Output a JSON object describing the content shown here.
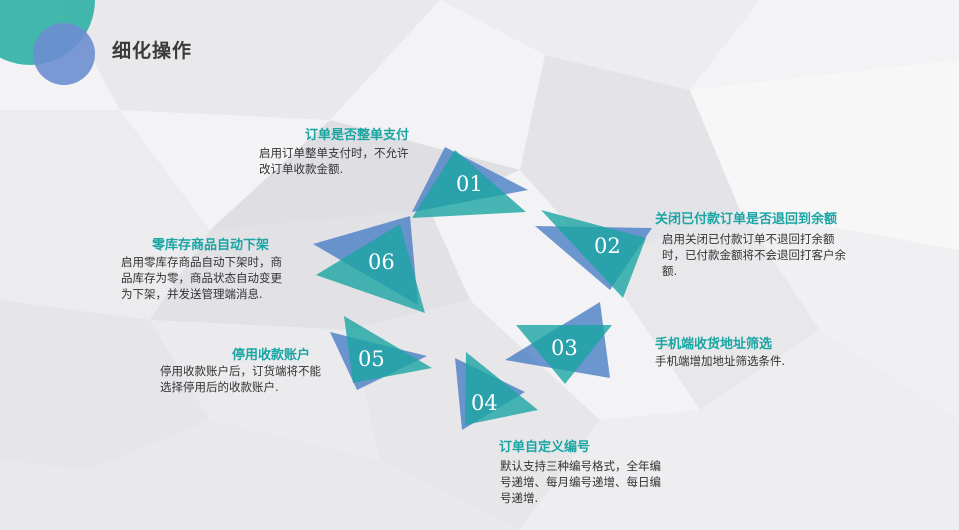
{
  "title": "细化操作",
  "colors": {
    "teal": "#1aa5a3",
    "blue": "#4a7ec4",
    "text": "#333333"
  },
  "features": [
    {
      "num": "01",
      "title": "订单是否整单支付",
      "desc": "启用订单整单支付时，不允许改订单收款金额."
    },
    {
      "num": "02",
      "title": "关闭已付款订单是否退回到余额",
      "desc": "启用关闭已付款订单不退回打余额时，已付款金额将不会退回打客户余额."
    },
    {
      "num": "03",
      "title": "手机端收货地址筛选",
      "desc": "手机端增加地址筛选条件."
    },
    {
      "num": "04",
      "title": "订单自定义编号",
      "desc": "默认支持三种编号格式，全年编号递增、每月编号递增、每日编号递增."
    },
    {
      "num": "05",
      "title": "停用收款账户",
      "desc": "停用收款账户后，订货端将不能选择停用后的收款账户."
    },
    {
      "num": "06",
      "title": "零库存商品自动下架",
      "desc": "启用零库存商品自动下架时，商品库存为零，商品状态自动变更为下架，并发送管理端消息."
    }
  ]
}
